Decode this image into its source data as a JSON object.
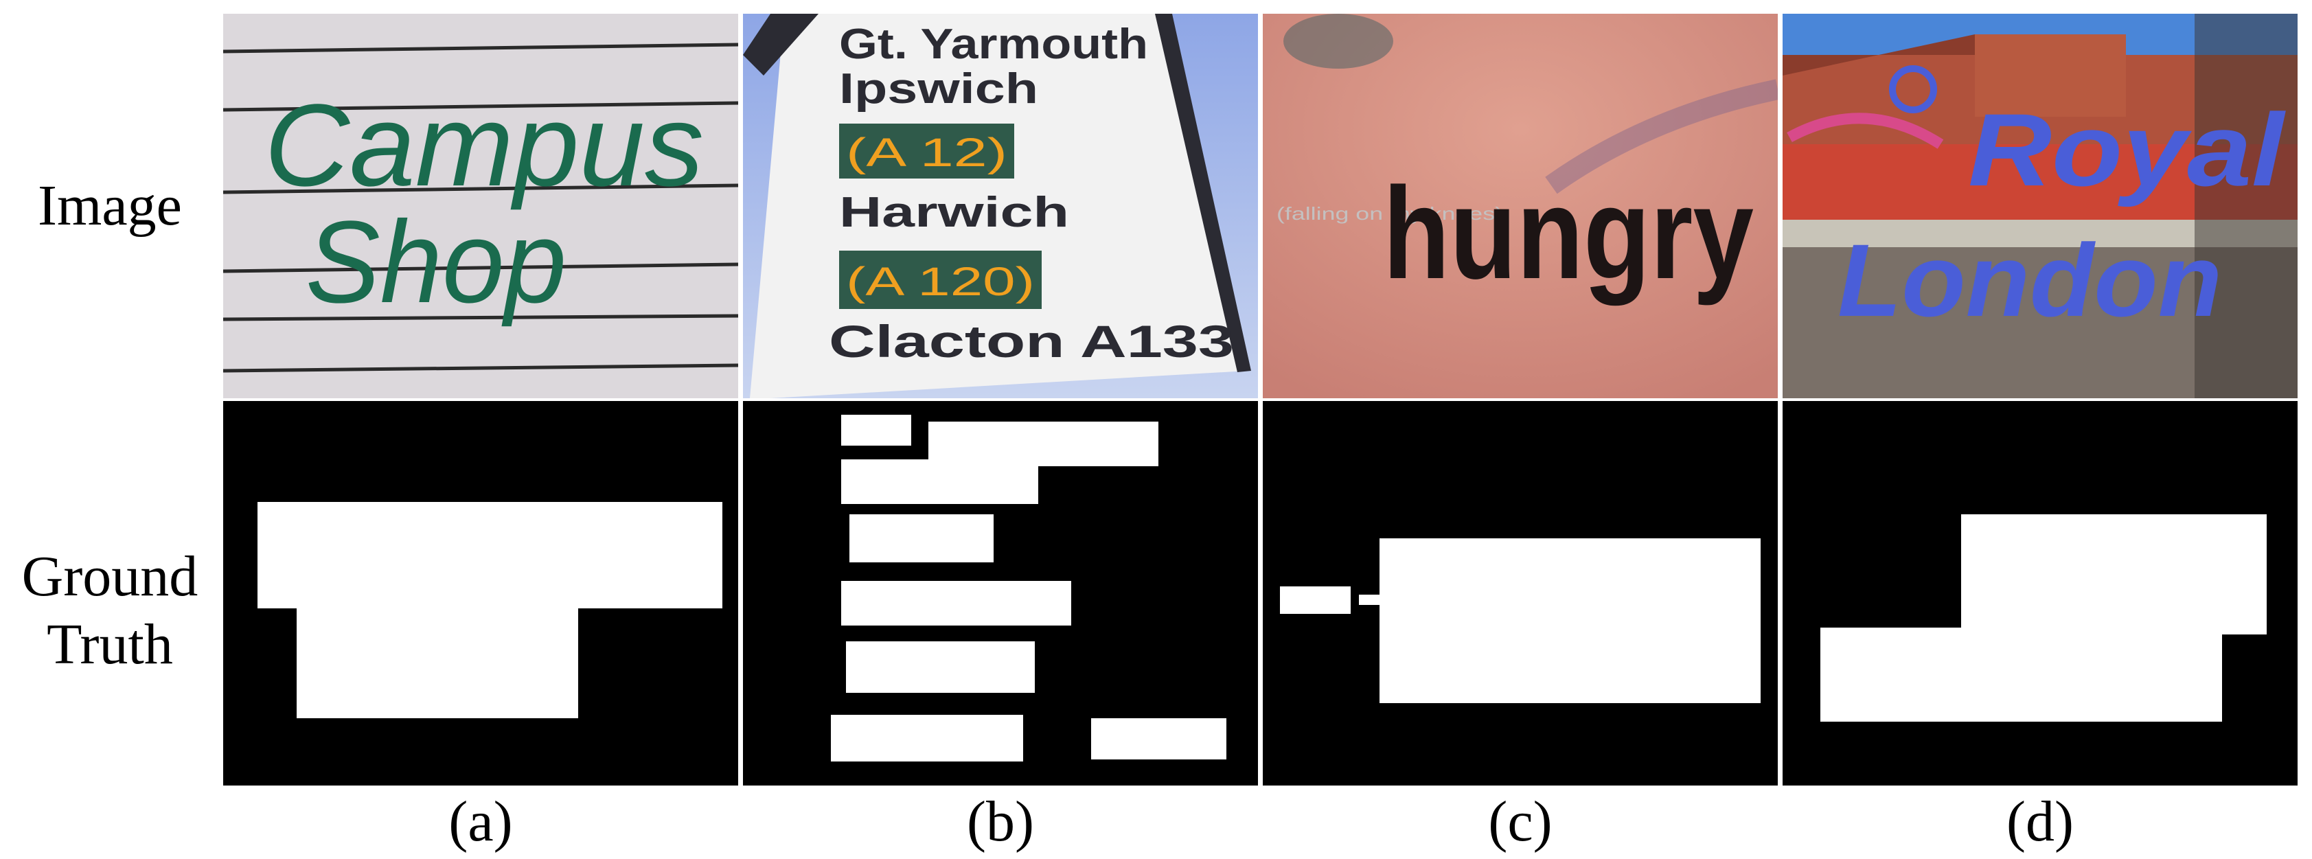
{
  "row_labels": {
    "image": "Image",
    "ground_truth_line1": "Ground",
    "ground_truth_line2": "Truth"
  },
  "panels": [
    {
      "caption": "(a)",
      "scene_text": [
        "Campus",
        "Shop"
      ],
      "colors": {
        "background": "#dcd8dc",
        "text": "#1a6b4e",
        "stripe": "#2a2a2a"
      }
    },
    {
      "caption": "(b)",
      "scene_text": [
        "Gt. Yarmouth",
        "Ipswich",
        "(A 12)",
        "Harwich",
        "(A 120)",
        "Clacton A133"
      ],
      "colors": {
        "sign": "#f2f2f2",
        "text": "#2b2b33",
        "route_plate": "#2f5a4a",
        "route_text": "#f0a020",
        "sky": "#9fb4e6"
      }
    },
    {
      "caption": "(c)",
      "scene_text": [
        "(falling on my knees)",
        "hungry"
      ],
      "colors": {
        "background": "#d8948a",
        "text": "#1c1414"
      }
    },
    {
      "caption": "(d)",
      "scene_text": [
        "Royal",
        "London"
      ],
      "colors": {
        "text": "#4a5ed8",
        "building": "#b0523c",
        "sky": "#4a86d8",
        "accent": "#d84a8a"
      }
    }
  ]
}
